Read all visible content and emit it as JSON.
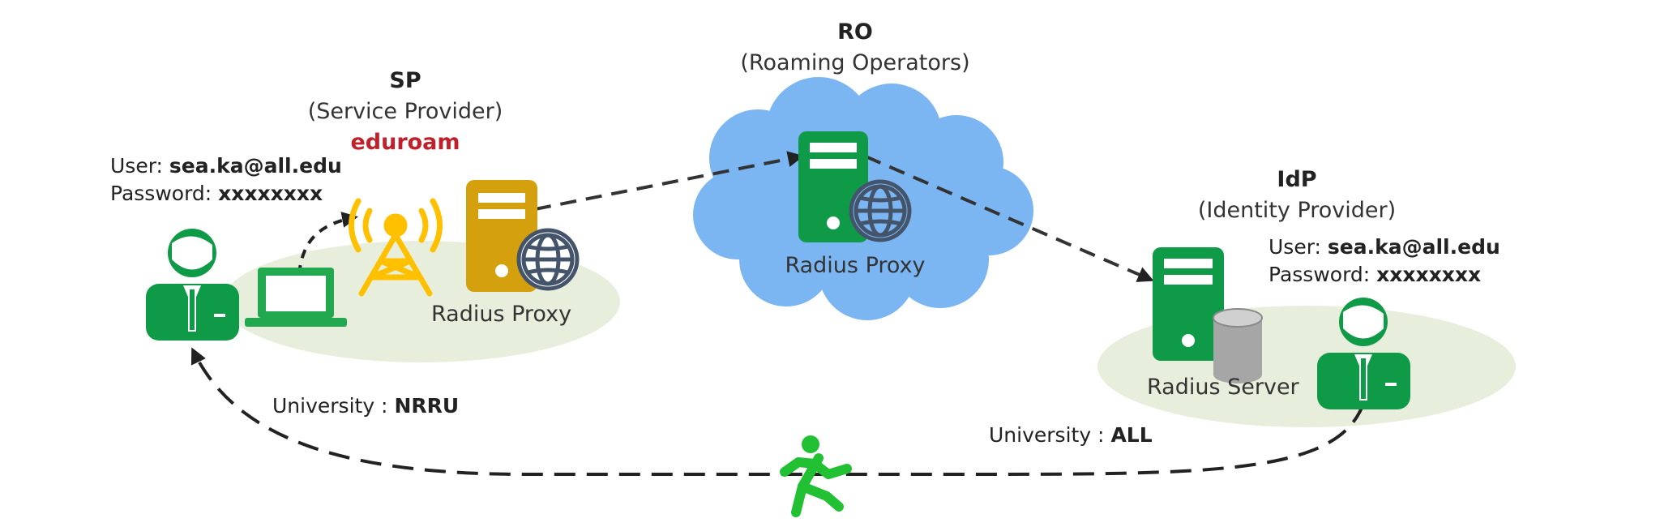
{
  "sp": {
    "title": "SP",
    "subtitle": "(Service Provider)",
    "network": "eduroam",
    "device_caption": "Radius Proxy"
  },
  "ro": {
    "title": "RO",
    "subtitle": "(Roaming Operators)",
    "device_caption": "Radius Proxy"
  },
  "idp": {
    "title": "IdP",
    "subtitle": "(Identity Provider)",
    "device_caption": "Radius Server"
  },
  "visitor": {
    "user_label": "User:",
    "user_value": "sea.ka@all.edu",
    "password_label": "Password:",
    "password_value": "xxxxxxxx",
    "university_label": "University :",
    "university_value": "NRRU"
  },
  "home": {
    "user_label": "User:",
    "user_value": "sea.ka@all.edu",
    "password_label": "Password:",
    "password_value": "xxxxxxxx",
    "university_label": "University :",
    "university_value": "ALL"
  },
  "icons": {
    "visitor_user": "user-person-icon",
    "laptop": "laptop-icon",
    "antenna": "wifi-tower-icon",
    "sp_server": "server-icon",
    "ro_server": "server-icon",
    "idp_server": "server-icon",
    "globe": "globe-icon",
    "database": "database-icon",
    "home_user": "user-person-icon",
    "runner": "running-person-icon",
    "cloud": "cloud-icon"
  },
  "colors": {
    "green": "#0f9a48",
    "gold": "#d4a00e",
    "antenna_yellow": "#ffc000",
    "cloud_blue": "#7bb6f2",
    "ellipse": "#e7efdc",
    "red": "#c0202a",
    "globe_gray": "#44546a"
  }
}
